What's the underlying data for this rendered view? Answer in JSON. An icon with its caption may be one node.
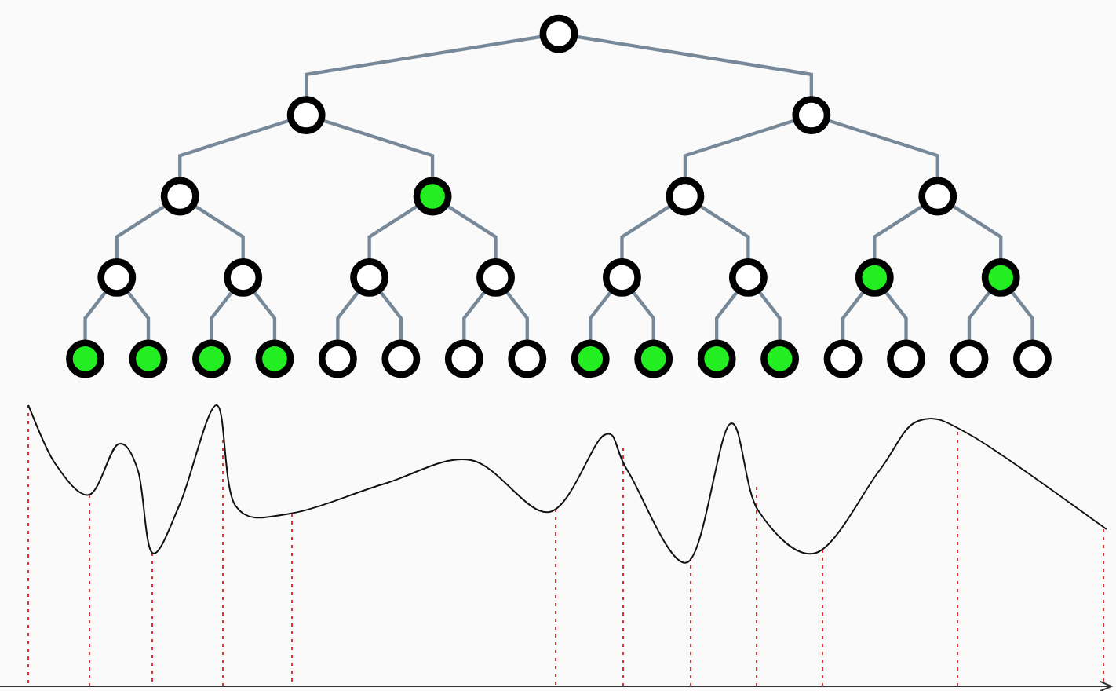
{
  "diagram": {
    "nodes": [
      {
        "text": [],
        "shape": "circle"
      },
      {
        "text": [],
        "shape": "circle"
      },
      {
        "text": [],
        "shape": "circle"
      },
      {
        "text": [],
        "shape": "circle"
      },
      {
        "text": [],
        "shape": "circle"
      },
      {
        "text": [],
        "shape": "circle"
      },
      {
        "text": [],
        "shape": "circle"
      },
      {
        "text": [],
        "shape": "circle"
      },
      {
        "text": [],
        "shape": "circle"
      },
      {
        "text": [],
        "shape": "circle"
      },
      {
        "text": [],
        "shape": "circle"
      },
      {
        "text": [],
        "shape": "circle"
      },
      {
        "text": [],
        "shape": "circle"
      },
      {
        "text": [],
        "shape": "circle"
      },
      {
        "text": [],
        "shape": "circle"
      },
      {
        "text": [],
        "shape": "circle"
      },
      {
        "text": [],
        "shape": "circle"
      },
      {
        "text": [],
        "shape": "circle"
      },
      {
        "text": [],
        "shape": "circle"
      },
      {
        "text": [],
        "shape": "circle"
      },
      {
        "text": [],
        "shape": "circle"
      },
      {
        "text": [],
        "shape": "circle"
      },
      {
        "text": [],
        "shape": "circle"
      },
      {
        "text": [],
        "shape": "circle"
      },
      {
        "text": [],
        "shape": "circle"
      },
      {
        "text": [],
        "shape": "circle"
      },
      {
        "text": [],
        "shape": "circle"
      },
      {
        "text": [],
        "shape": "circle"
      },
      {
        "text": [],
        "shape": "circle"
      },
      {
        "text": [],
        "shape": "circle"
      },
      {
        "text": [],
        "shape": "circle"
      }
    ],
    "edges": [
      {
        "from": 0,
        "to": 1,
        "arrow": "none"
      },
      {
        "from": 0,
        "to": 2,
        "arrow": "none"
      },
      {
        "from": 1,
        "to": 3,
        "arrow": "none"
      },
      {
        "from": 1,
        "to": 4,
        "arrow": "none"
      },
      {
        "from": 2,
        "to": 5,
        "arrow": "none"
      },
      {
        "from": 2,
        "to": 6,
        "arrow": "none"
      },
      {
        "from": 3,
        "to": 7,
        "arrow": "none"
      },
      {
        "from": 3,
        "to": 8,
        "arrow": "none"
      },
      {
        "from": 4,
        "to": 9,
        "arrow": "none"
      },
      {
        "from": 4,
        "to": 10,
        "arrow": "none"
      },
      {
        "from": 5,
        "to": 11,
        "arrow": "none"
      },
      {
        "from": 5,
        "to": 12,
        "arrow": "none"
      },
      {
        "from": 6,
        "to": 13,
        "arrow": "none"
      },
      {
        "from": 6,
        "to": 14,
        "arrow": "none"
      },
      {
        "from": 7,
        "to": 15,
        "arrow": "none"
      },
      {
        "from": 7,
        "to": 16,
        "arrow": "none"
      },
      {
        "from": 8,
        "to": 17,
        "arrow": "none"
      },
      {
        "from": 8,
        "to": 18,
        "arrow": "none"
      },
      {
        "from": 9,
        "to": 19,
        "arrow": "none"
      },
      {
        "from": 9,
        "to": 20,
        "arrow": "none"
      },
      {
        "from": 10,
        "to": 21,
        "arrow": "none"
      },
      {
        "from": 10,
        "to": 22,
        "arrow": "none"
      },
      {
        "from": 11,
        "to": 23,
        "arrow": "none"
      },
      {
        "from": 11,
        "to": 24,
        "arrow": "none"
      },
      {
        "from": 12,
        "to": 25,
        "arrow": "none"
      },
      {
        "from": 12,
        "to": 26,
        "arrow": "none"
      },
      {
        "from": 13,
        "to": 27,
        "arrow": "none"
      },
      {
        "from": 13,
        "to": 28,
        "arrow": "none"
      },
      {
        "from": 14,
        "to": 29,
        "arrow": "none"
      },
      {
        "from": 14,
        "to": 30,
        "arrow": "none"
      }
    ]
  }
}
